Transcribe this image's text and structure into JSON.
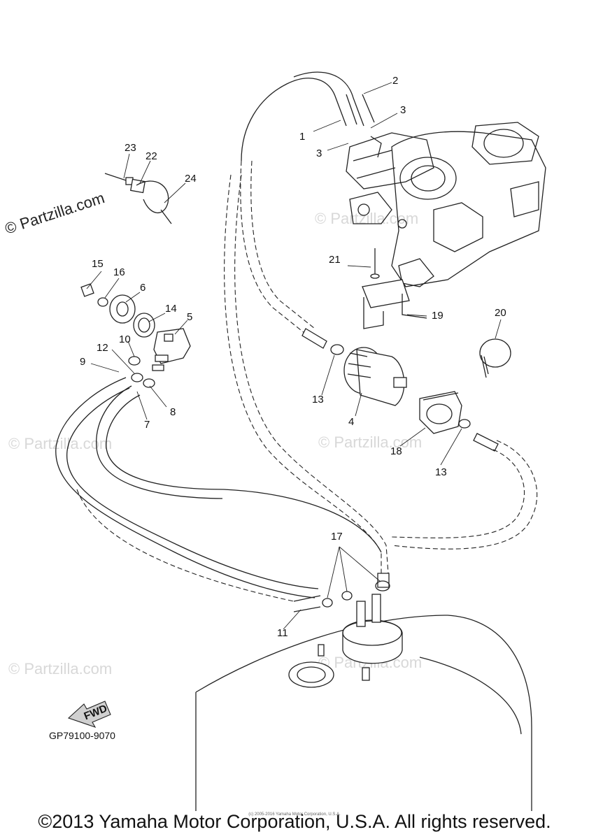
{
  "diagram": {
    "callouts": {
      "c1": "1",
      "c2": "2",
      "c3a": "3",
      "c3b": "3",
      "c4": "4",
      "c5": "5",
      "c6": "6",
      "c7": "7",
      "c8": "8",
      "c9": "9",
      "c10": "10",
      "c11": "11",
      "c12": "12",
      "c13a": "13",
      "c13b": "13",
      "c14": "14",
      "c15": "15",
      "c16": "16",
      "c17": "17",
      "c18": "18",
      "c19": "19",
      "c20": "20",
      "c21": "21",
      "c22": "22",
      "c23": "23",
      "c24": "24"
    },
    "fwd_label": "FWD",
    "diagram_code": "GP79100-9070"
  },
  "watermarks": {
    "primary": "© Partzilla.com",
    "faint": "© Partzilla.com"
  },
  "footer": {
    "copyright": "©2013 Yamaha Motor Corporation, U.S.A. All rights reserved.",
    "tiny_copyright": "(c) 2005-2016 Yamaha Motor Corporation, U.S.A."
  }
}
